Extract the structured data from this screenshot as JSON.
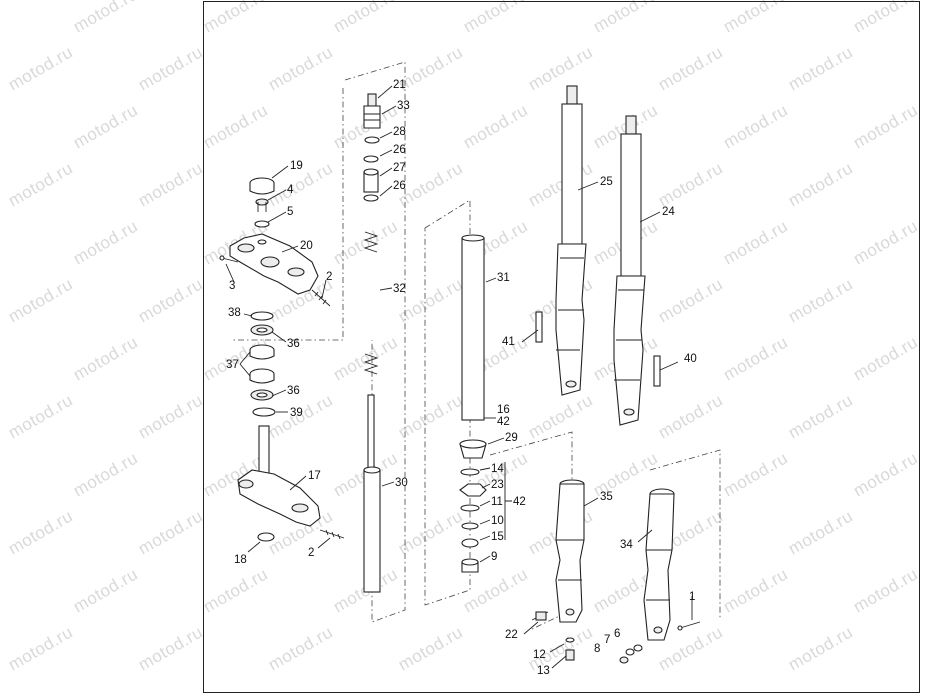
{
  "watermark": {
    "text": "motod.ru"
  },
  "callouts": {
    "c1": "1",
    "c2a": "2",
    "c2b": "2",
    "c3": "3",
    "c4": "4",
    "c5": "5",
    "c6": "6",
    "c7": "7",
    "c8": "8",
    "c9": "9",
    "c10": "10",
    "c11": "11",
    "c12": "12",
    "c13": "13",
    "c14": "14",
    "c15": "15",
    "c16": "16",
    "c17": "17",
    "c18": "18",
    "c19": "19",
    "c20": "20",
    "c21": "21",
    "c22": "22",
    "c23": "23",
    "c24": "24",
    "c25": "25",
    "c26a": "26",
    "c26b": "26",
    "c27": "27",
    "c28": "28",
    "c29": "29",
    "c30": "30",
    "c31": "31",
    "c32": "32",
    "c33": "33",
    "c34": "34",
    "c35": "35",
    "c36a": "36",
    "c36b": "36",
    "c37": "37",
    "c38": "38",
    "c39": "39",
    "c40": "40",
    "c41": "41",
    "c42a": "42",
    "c42b": "42"
  }
}
